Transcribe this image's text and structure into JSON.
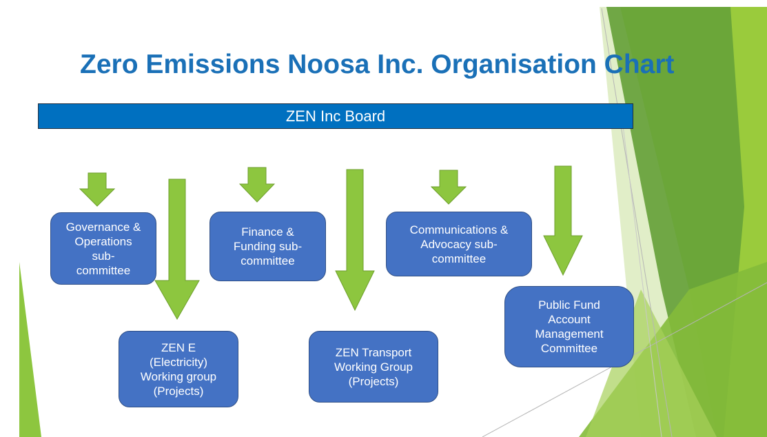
{
  "title": "Zero Emissions Noosa Inc. Organisation Chart",
  "board": {
    "label": "ZEN Inc Board"
  },
  "nodes": {
    "governance": "Governance &\nOperations\nsub-\ncommittee",
    "finance": "Finance &\nFunding sub-\ncommittee",
    "communications": "Communications &\nAdvocacy sub-\ncommittee",
    "zen_e": "ZEN E\n(Electricity)\nWorking group\n(Projects)",
    "zen_transport": "ZEN Transport\nWorking Group\n(Projects)",
    "public_fund": "Public Fund\nAccount\nManagement\nCommittee"
  },
  "colors": {
    "title": "#1a70b7",
    "board": "#0070c0",
    "node": "#4472c4",
    "arrow": "#8dc63f",
    "accent_green": "#7ab72c"
  }
}
